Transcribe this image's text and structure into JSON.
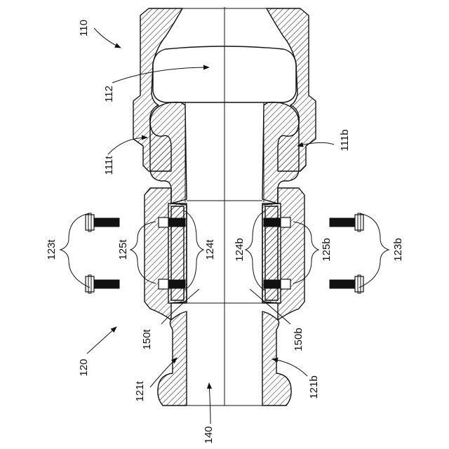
{
  "labels": {
    "l110": "110",
    "l112": "112",
    "l111t": "111t",
    "l111b": "111b",
    "l123t": "123t",
    "l125t": "125t",
    "l124t": "124t",
    "l124b": "124b",
    "l125b": "125b",
    "l123b": "123b",
    "l150t": "150t",
    "l150b": "150b",
    "l120": "120",
    "l121t": "121t",
    "l121b": "121b",
    "l140": "140"
  }
}
